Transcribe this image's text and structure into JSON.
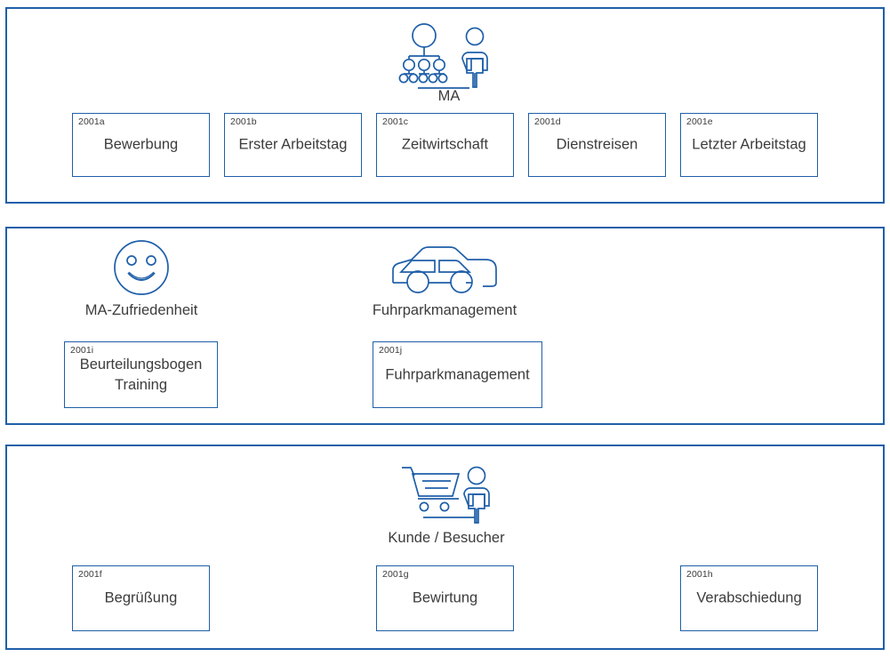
{
  "diagram": {
    "type": "swimlane-process-diagram",
    "accent_color": "#1F5FA9",
    "text_color": "#3c3c3c",
    "background": "#ffffff",
    "lanes": [
      {
        "lane_name": "mitarbeiter-lane",
        "icon": "org-hierarchy-person-icon",
        "icon_caption": "MA",
        "boxes": [
          {
            "id": "2001a",
            "label": "Bewerbung"
          },
          {
            "id": "2001b",
            "label": "Erster Arbeitstag"
          },
          {
            "id": "2001c",
            "label": "Zeitwirtschaft"
          },
          {
            "id": "2001d",
            "label": "Dienstreisen"
          },
          {
            "id": "2001e",
            "label": "Letzter Arbeitstag"
          }
        ]
      },
      {
        "lane_name": "zufriedenheit-fuhrpark-lane",
        "icons": [
          {
            "icon": "smiley-face-icon",
            "caption": "MA-Zufriedenheit"
          },
          {
            "icon": "car-icon",
            "caption": "Fuhrparkmanagement"
          }
        ],
        "boxes": [
          {
            "id": "2001i",
            "label": "Beurteilungsbogen\nTraining"
          },
          {
            "id": "2001j",
            "label": "Fuhrparkmanagement"
          }
        ]
      },
      {
        "lane_name": "kunde-besucher-lane",
        "icon": "shopping-cart-person-icon",
        "icon_caption": "Kunde / Besucher",
        "boxes": [
          {
            "id": "2001f",
            "label": "Begrüßung"
          },
          {
            "id": "2001g",
            "label": "Bewirtung"
          },
          {
            "id": "2001h",
            "label": "Verabschiedung"
          }
        ]
      }
    ]
  }
}
